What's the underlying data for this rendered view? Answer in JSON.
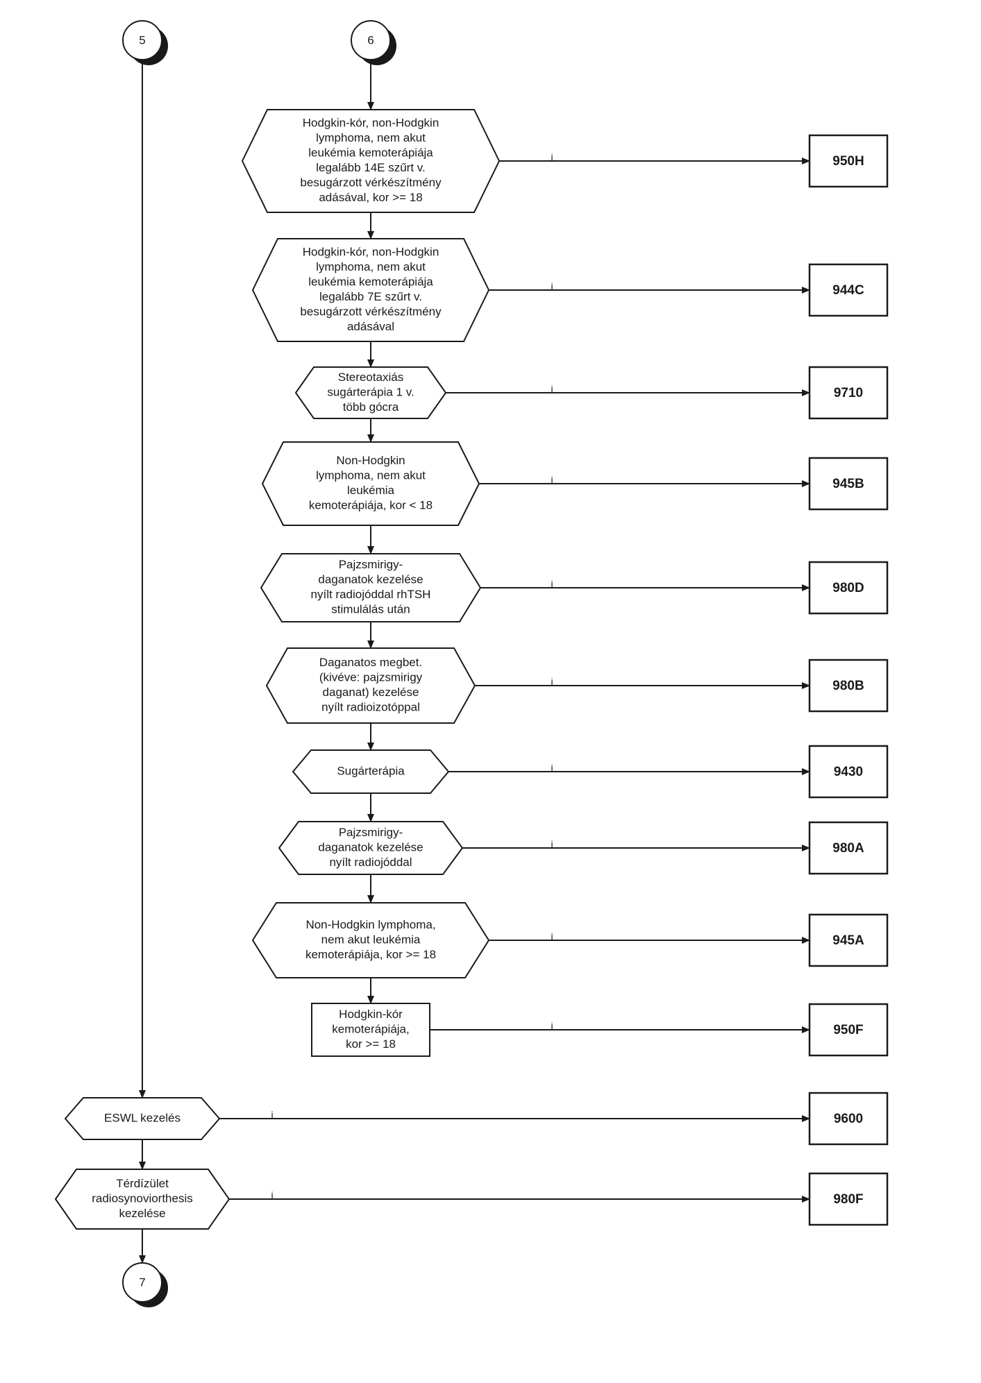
{
  "connectors": [
    {
      "id": "c5",
      "label": "5"
    },
    {
      "id": "c6",
      "label": "6"
    },
    {
      "id": "c7",
      "label": "7"
    }
  ],
  "edge_label": "i",
  "decisions": [
    {
      "id": "d1",
      "lines": [
        "Hodgkin-kór, non-Hodgkin",
        "lymphoma, nem akut",
        "leukémia kemoterápiája",
        "legalább 14E szűrt v.",
        "besugárzott vérkészítmény",
        "adásával, kor >= 18"
      ],
      "code": "950H"
    },
    {
      "id": "d2",
      "lines": [
        "Hodgkin-kór, non-Hodgkin",
        "lymphoma, nem akut",
        "leukémia kemoterápiája",
        "legalább 7E szűrt v.",
        "besugárzott vérkészítmény",
        "adásával"
      ],
      "code": "944C"
    },
    {
      "id": "d3",
      "lines": [
        "Stereotaxiás",
        "sugárterápia 1 v.",
        "több gócra"
      ],
      "code": "9710"
    },
    {
      "id": "d4",
      "lines": [
        "Non-Hodgkin",
        "lymphoma, nem akut",
        "leukémia",
        "kemoterápiája, kor < 18"
      ],
      "code": "945B"
    },
    {
      "id": "d5",
      "lines": [
        "Pajzsmirigy-",
        "daganatok kezelése",
        "nyílt radiojóddal rhTSH",
        "stimulálás után"
      ],
      "code": "980D"
    },
    {
      "id": "d6",
      "lines": [
        "Daganatos megbet.",
        "(kivéve: pajzsmirigy",
        "daganat) kezelése",
        "nyílt radioizotóppal"
      ],
      "code": "980B"
    },
    {
      "id": "d7",
      "lines": [
        "Sugárterápia"
      ],
      "code": "9430"
    },
    {
      "id": "d8",
      "lines": [
        "Pajzsmirigy-",
        "daganatok kezelése",
        "nyílt radiojóddal"
      ],
      "code": "980A"
    },
    {
      "id": "d9",
      "lines": [
        "Non-Hodgkin lymphoma,",
        "nem akut leukémia",
        "kemoterápiája, kor >= 18"
      ],
      "code": "945A"
    },
    {
      "id": "p1",
      "lines": [
        "Hodgkin-kór",
        "kemoterápiája,",
        "kor  >= 18"
      ],
      "code": "950F"
    },
    {
      "id": "d10",
      "lines": [
        "ESWL kezelés"
      ],
      "code": "9600"
    },
    {
      "id": "d11",
      "lines": [
        "Térdízület",
        "radiosynoviorthesis",
        "kezelése"
      ],
      "code": "980F"
    }
  ]
}
